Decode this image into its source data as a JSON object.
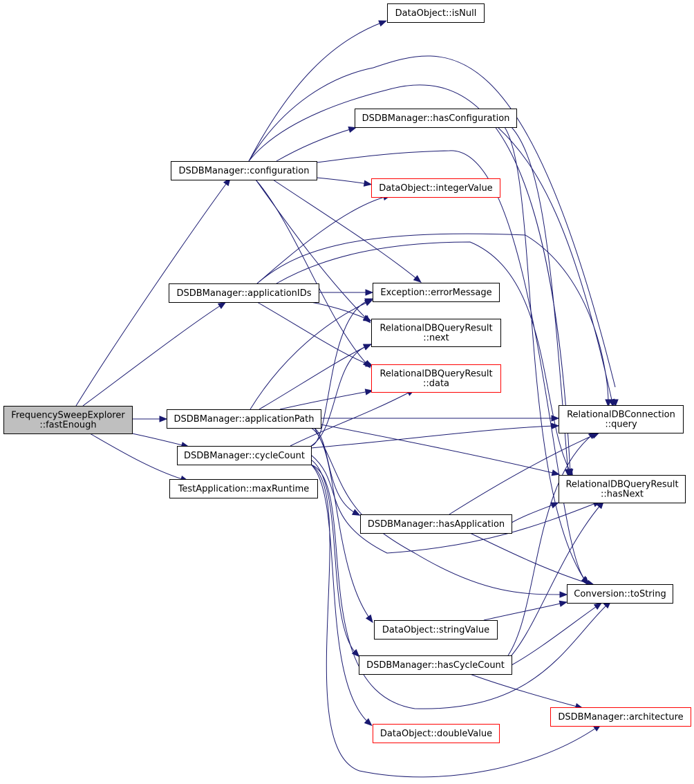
{
  "colors": {
    "edge": "#191970",
    "border_normal": "#000000",
    "border_truncated": "#ff0000",
    "fill_root": "#bfbfbf",
    "fill_node": "#ffffff"
  },
  "nodes": [
    {
      "id": "root",
      "lines": [
        "FrequencySweepExplorer",
        "::fastEnough"
      ],
      "style": "root"
    },
    {
      "id": "configuration",
      "lines": [
        "DSDBManager::configuration"
      ],
      "style": "normal"
    },
    {
      "id": "applicationIDs",
      "lines": [
        "DSDBManager::applicationIDs"
      ],
      "style": "normal"
    },
    {
      "id": "applicationPath",
      "lines": [
        "DSDBManager::applicationPath"
      ],
      "style": "normal"
    },
    {
      "id": "cycleCount",
      "lines": [
        "DSDBManager::cycleCount"
      ],
      "style": "normal"
    },
    {
      "id": "maxRuntime",
      "lines": [
        "TestApplication::maxRuntime"
      ],
      "style": "normal"
    },
    {
      "id": "isNull",
      "lines": [
        "DataObject::isNull"
      ],
      "style": "normal"
    },
    {
      "id": "hasConfiguration",
      "lines": [
        "DSDBManager::hasConfiguration"
      ],
      "style": "normal"
    },
    {
      "id": "integerValue",
      "lines": [
        "DataObject::integerValue"
      ],
      "style": "truncated"
    },
    {
      "id": "errorMessage",
      "lines": [
        "Exception::errorMessage"
      ],
      "style": "normal"
    },
    {
      "id": "next",
      "lines": [
        "RelationalDBQueryResult",
        "::next"
      ],
      "style": "normal"
    },
    {
      "id": "data",
      "lines": [
        "RelationalDBQueryResult",
        "::data"
      ],
      "style": "truncated"
    },
    {
      "id": "hasApplication",
      "lines": [
        "DSDBManager::hasApplication"
      ],
      "style": "normal"
    },
    {
      "id": "stringValue",
      "lines": [
        "DataObject::stringValue"
      ],
      "style": "normal"
    },
    {
      "id": "hasCycleCount",
      "lines": [
        "DSDBManager::hasCycleCount"
      ],
      "style": "normal"
    },
    {
      "id": "doubleValue",
      "lines": [
        "DataObject::doubleValue"
      ],
      "style": "truncated"
    },
    {
      "id": "query",
      "lines": [
        "RelationalDBConnection",
        "::query"
      ],
      "style": "normal"
    },
    {
      "id": "hasNext",
      "lines": [
        "RelationalDBQueryResult",
        "::hasNext"
      ],
      "style": "normal"
    },
    {
      "id": "toString",
      "lines": [
        "Conversion::toString"
      ],
      "style": "normal"
    },
    {
      "id": "architecture",
      "lines": [
        "DSDBManager::architecture"
      ],
      "style": "truncated"
    }
  ],
  "edges": [
    [
      "root",
      "configuration"
    ],
    [
      "root",
      "applicationIDs"
    ],
    [
      "root",
      "applicationPath"
    ],
    [
      "root",
      "cycleCount"
    ],
    [
      "root",
      "maxRuntime"
    ],
    [
      "configuration",
      "isNull"
    ],
    [
      "configuration",
      "hasConfiguration"
    ],
    [
      "configuration",
      "integerValue"
    ],
    [
      "configuration",
      "errorMessage"
    ],
    [
      "configuration",
      "next"
    ],
    [
      "configuration",
      "data"
    ],
    [
      "configuration",
      "query"
    ],
    [
      "configuration",
      "hasNext"
    ],
    [
      "configuration",
      "toString"
    ],
    [
      "hasConfiguration",
      "query"
    ],
    [
      "hasConfiguration",
      "hasNext"
    ],
    [
      "hasConfiguration",
      "toString"
    ],
    [
      "applicationIDs",
      "integerValue"
    ],
    [
      "applicationIDs",
      "errorMessage"
    ],
    [
      "applicationIDs",
      "next"
    ],
    [
      "applicationIDs",
      "data"
    ],
    [
      "applicationIDs",
      "query"
    ],
    [
      "applicationIDs",
      "hasNext"
    ],
    [
      "applicationPath",
      "errorMessage"
    ],
    [
      "applicationPath",
      "next"
    ],
    [
      "applicationPath",
      "data"
    ],
    [
      "applicationPath",
      "query"
    ],
    [
      "applicationPath",
      "hasNext"
    ],
    [
      "applicationPath",
      "hasApplication"
    ],
    [
      "applicationPath",
      "stringValue"
    ],
    [
      "applicationPath",
      "toString"
    ],
    [
      "cycleCount",
      "errorMessage"
    ],
    [
      "cycleCount",
      "next"
    ],
    [
      "cycleCount",
      "data"
    ],
    [
      "cycleCount",
      "query"
    ],
    [
      "cycleCount",
      "hasNext"
    ],
    [
      "cycleCount",
      "hasCycleCount"
    ],
    [
      "cycleCount",
      "doubleValue"
    ],
    [
      "cycleCount",
      "toString"
    ],
    [
      "cycleCount",
      "architecture"
    ],
    [
      "hasApplication",
      "query"
    ],
    [
      "hasApplication",
      "hasNext"
    ],
    [
      "hasApplication",
      "toString"
    ],
    [
      "stringValue",
      "toString"
    ],
    [
      "hasCycleCount",
      "query"
    ],
    [
      "hasCycleCount",
      "hasNext"
    ],
    [
      "hasCycleCount",
      "toString"
    ],
    [
      "hasCycleCount",
      "architecture"
    ]
  ]
}
